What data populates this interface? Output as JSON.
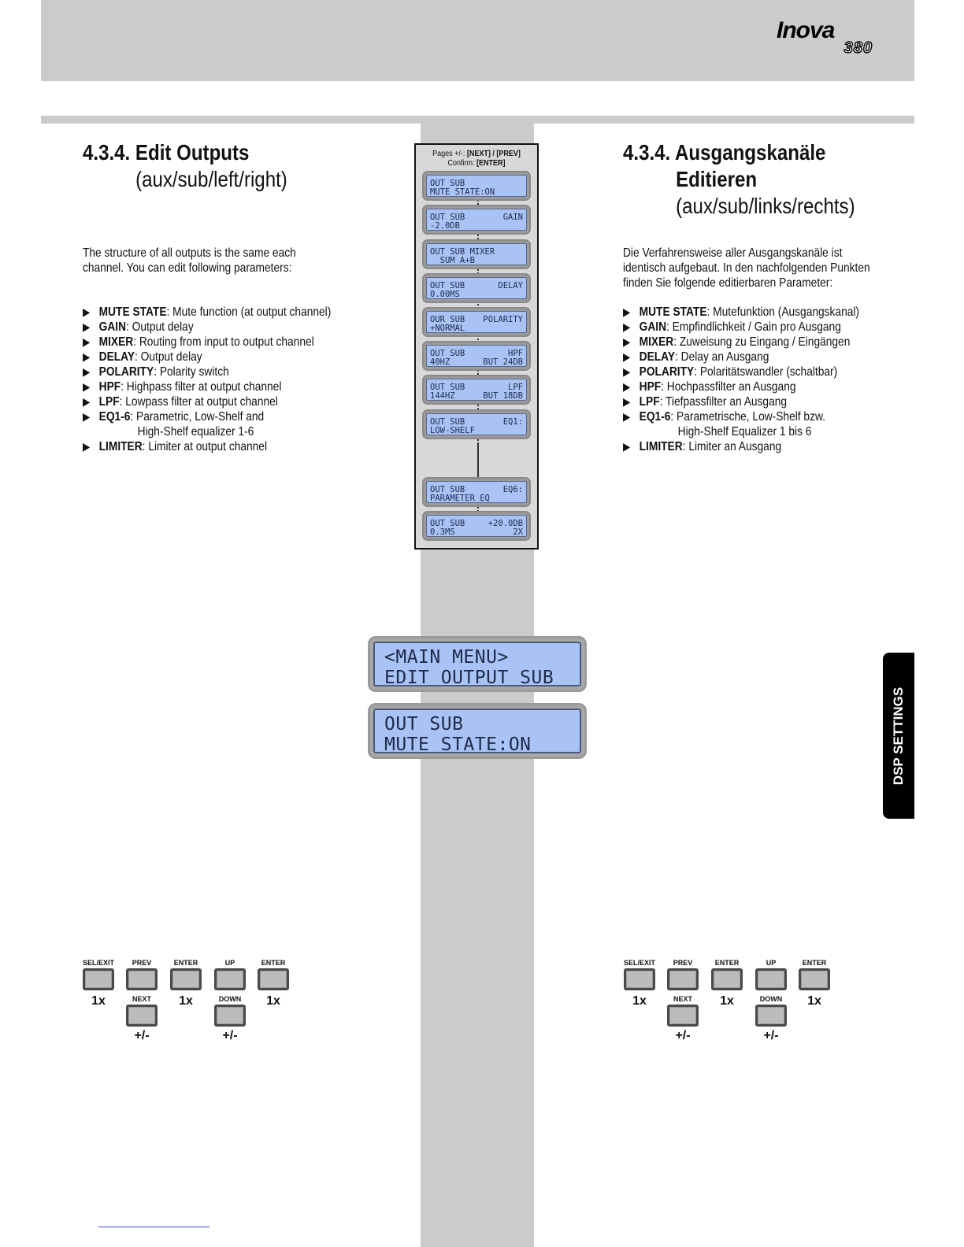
{
  "logo": {
    "main": "Inova",
    "model": "380"
  },
  "english": {
    "title_line1": "4.3.4. Edit Outputs",
    "title_line2": "(aux/sub/left/right)",
    "intro": "The structure of all outputs is the same each\nchannel. You can edit following parameters:",
    "params": [
      {
        "name": "MUTE STATE",
        "desc": ": Mute function (at output channel)"
      },
      {
        "name": "GAIN",
        "desc": ": Output delay"
      },
      {
        "name": "MIXER",
        "desc": ": Routing from input to output channel"
      },
      {
        "name": "DELAY",
        "desc": ": Output delay"
      },
      {
        "name": "POLARITY",
        "desc": ": Polarity switch"
      },
      {
        "name": "HPF",
        "desc": ": Highpass filter at output channel"
      },
      {
        "name": "LPF",
        "desc": ": Lowpass filter at output channel"
      },
      {
        "name": "EQ1-6",
        "desc": ": Parametric, Low-Shelf and",
        "cont": "High-Shelf equalizer 1-6"
      },
      {
        "name": "LIMITER",
        "desc": ": Limiter at output channel"
      }
    ]
  },
  "german": {
    "title_line1": "4.3.4. Ausgangskanäle",
    "title_line2": "Editieren",
    "title_line3": "(aux/sub/links/rechts)",
    "intro": "Die Verfahrensweise aller Ausgangskanäle ist\nidentisch aufgebaut. In den nachfolgenden Punkten\nfinden Sie folgende editierbaren Parameter:",
    "params": [
      {
        "name": "MUTE STATE",
        "desc": ": Mutefunktion (Ausgangskanal)"
      },
      {
        "name": "GAIN",
        "desc": ": Empfindlichkeit / Gain pro Ausgang"
      },
      {
        "name": "MIXER",
        "desc": ": Zuweisung zu Eingang / Eingängen"
      },
      {
        "name": "DELAY",
        "desc": ": Delay an Ausgang"
      },
      {
        "name": "POLARITY",
        "desc": ": Polaritätswandler (schaltbar)"
      },
      {
        "name": "HPF",
        "desc": ": Hochpassfilter an Ausgang"
      },
      {
        "name": "LPF",
        "desc": ": Tiefpassfilter an Ausgang"
      },
      {
        "name": "EQ1-6",
        "desc": ": Parametrische, Low-Shelf bzw.",
        "cont": "High-Shelf Equalizer 1 bis 6"
      },
      {
        "name": "LIMITER",
        "desc": ": Limiter an Ausgang"
      }
    ]
  },
  "menu": {
    "hint_pages_prefix": "Pages +/-: ",
    "hint_pages_keys": "[NEXT] / [PREV]",
    "hint_confirm_prefix": "Confirm: ",
    "hint_confirm_key": "[ENTER]",
    "screens": [
      {
        "l1": "OUT SUB",
        "l1r": "",
        "l2": "MUTE STATE:ON",
        "l2r": ""
      },
      {
        "l1": "OUT SUB",
        "l1r": "GAIN",
        "l2": "-2.0DB",
        "l2r": ""
      },
      {
        "l1": "OUT SUB MIXER",
        "l1r": "",
        "l2": "  SUM A+B",
        "l2r": ""
      },
      {
        "l1": "OUT SUB",
        "l1r": "DELAY",
        "l2": "0.00MS",
        "l2r": ""
      },
      {
        "l1": "OUR SUB",
        "l1r": "POLARITY",
        "l2": "+NORMAL",
        "l2r": ""
      },
      {
        "l1": "OUT SUB",
        "l1r": "HPF",
        "l2": "40HZ",
        "l2r": "BUT 24DB"
      },
      {
        "l1": "OUT SUB",
        "l1r": "LPF",
        "l2": "144HZ",
        "l2r": "BUT 18DB"
      },
      {
        "l1": "OUT SUB",
        "l1r": "EQ1:",
        "l2": "LOW-SHELF",
        "l2r": ""
      },
      {
        "l1": "OUT SUB",
        "l1r": "EQ6:",
        "l2": "PARAMETER EQ",
        "l2r": ""
      },
      {
        "l1": "OUT SUB",
        "l1r": "+20.0DB",
        "l2": "0.3MS",
        "l2r": "2X"
      }
    ]
  },
  "big_lcd": {
    "screen1": {
      "line1": "<MAIN MENU>",
      "line2": "EDIT OUTPUT SUB"
    },
    "screen2": {
      "line1": "OUT SUB",
      "line2": "MUTE STATE:ON"
    }
  },
  "side_tab": "DSP SETTINGS",
  "keypad": {
    "top_labels": [
      "SEL/EXIT",
      "PREV",
      "ENTER",
      "UP",
      "ENTER"
    ],
    "bottom_labels": [
      "NEXT",
      "DOWN"
    ],
    "counts": [
      "1x",
      "1x",
      "1x"
    ],
    "plusminus": [
      "+/-",
      "+/-"
    ]
  }
}
